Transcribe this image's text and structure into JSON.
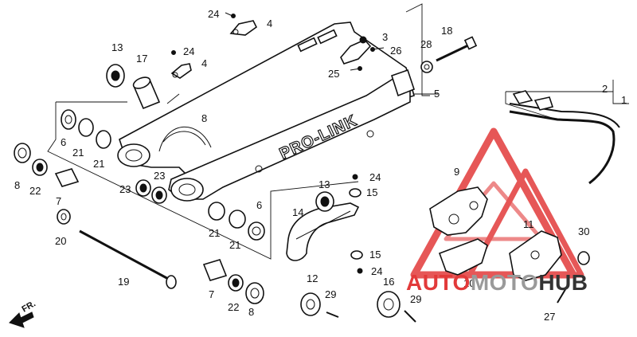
{
  "diagram": {
    "part_labels": [
      "1",
      "2",
      "3",
      "4",
      "4",
      "5",
      "6",
      "6",
      "7",
      "7",
      "8",
      "8",
      "8",
      "9",
      "10",
      "11",
      "12",
      "13",
      "13",
      "14",
      "15",
      "15",
      "16",
      "17",
      "18",
      "19",
      "20",
      "21",
      "21",
      "21",
      "21",
      "22",
      "22",
      "23",
      "23",
      "24",
      "24",
      "24",
      "24",
      "25",
      "26",
      "27",
      "28",
      "29",
      "29",
      "30"
    ],
    "direction_label": "FR."
  },
  "watermark": {
    "part1": "AUTO",
    "part2": "MOTO",
    "part3": "HUB",
    "colors": {
      "red": "#e23a3a",
      "gray": "#9a9a9a",
      "dark": "#333333"
    }
  }
}
